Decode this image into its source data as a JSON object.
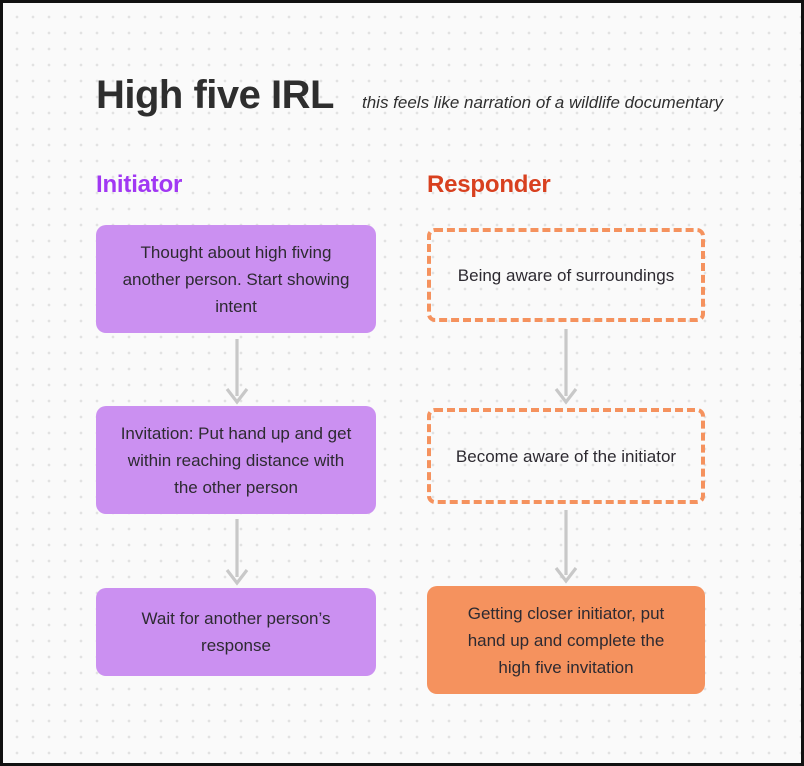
{
  "header": {
    "title": "High five IRL",
    "subtitle": "this feels like narration of a wildlife documentary"
  },
  "columns": {
    "initiator": {
      "label": "Initiator",
      "accent_color": "#a138f3",
      "node_fill": "#cb90f1",
      "steps": [
        {
          "text": "Thought about high fiving another person. Start showing intent",
          "style": "solid-purple"
        },
        {
          "text": "Invitation: Put hand up and get within reaching distance with the other person",
          "style": "solid-purple"
        },
        {
          "text": "Wait for another person’s response",
          "style": "solid-purple"
        }
      ]
    },
    "responder": {
      "label": "Responder",
      "accent_color": "#d8401f",
      "node_fill": "#f5925e",
      "dashed_border_color": "#f5925e",
      "steps": [
        {
          "text": "Being aware of surroundings",
          "style": "dashed-orange"
        },
        {
          "text": "Become aware of the initiator",
          "style": "dashed-orange"
        },
        {
          "text": "Getting closer initiator, put hand up and complete the high five invitation",
          "style": "solid-orange"
        }
      ]
    }
  },
  "connectors": {
    "arrow_color": "#c8c8c8"
  },
  "canvas": {
    "background_color": "#fafafa",
    "dot_color": "#e2e2e2",
    "border_color": "#111111",
    "text_color": "#2d2a31"
  }
}
